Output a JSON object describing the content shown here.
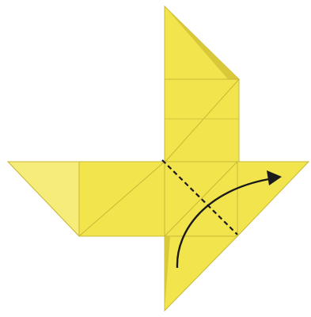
{
  "figure": {
    "subject": "origami-pinwheel-fold-step",
    "colors": {
      "background": "#ffffff",
      "paper_main": "#F2E44D",
      "paper_light": "#F6EC7A",
      "paper_shadow": "#D9C93A",
      "crease": "#C9B836",
      "fold_line": "#1a1a1a",
      "arrow": "#1a1a1a"
    },
    "symbols": {
      "fold_line_style": "dashed",
      "arrow_direction": "clockwise-curve-up-right"
    }
  }
}
